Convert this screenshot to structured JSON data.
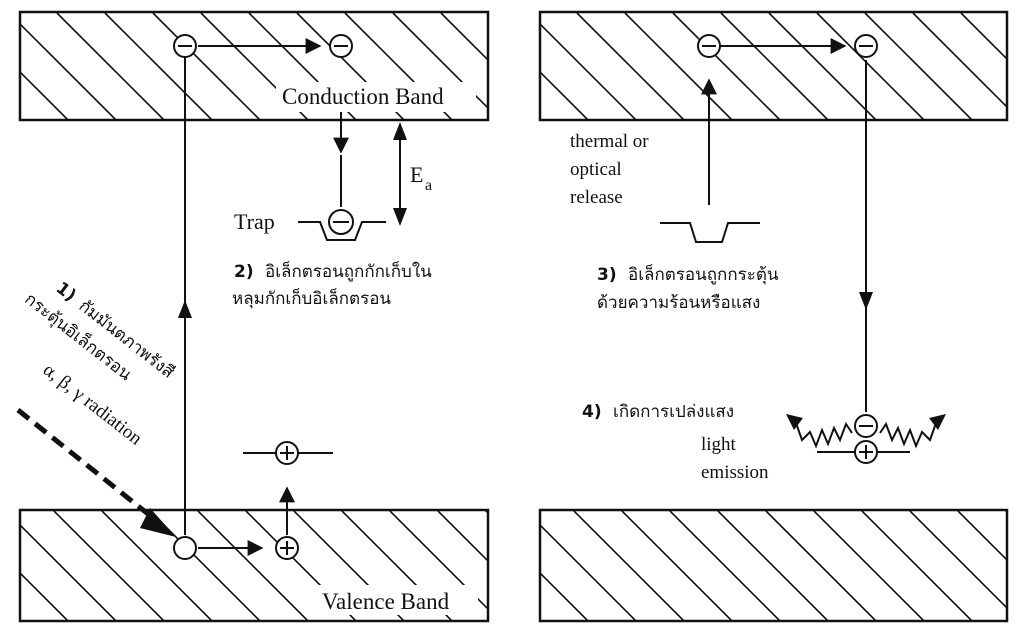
{
  "labels": {
    "conduction_band": "Conduction Band",
    "valence_band": "Valence Band",
    "trap": "Trap",
    "activation_energy": "E",
    "activation_energy_sub": "a",
    "thermal_release": [
      "thermal or",
      "optical",
      "release"
    ],
    "light_emission": [
      "light",
      "emission"
    ],
    "radiation": "α, β, γ radiation"
  },
  "steps": {
    "step1": {
      "number": "1)",
      "lines": [
        "กัมมันตภาพรังสี",
        "กระตุ้นอิเล็กตรอน"
      ]
    },
    "step2": {
      "number": "2)",
      "lines": [
        "อิเล็กตรอนถูกกักเก็บใน",
        "หลุมกักเก็บอิเล็กตรอน"
      ]
    },
    "step3": {
      "number": "3)",
      "lines": [
        "อิเล็กตรอนถูกกระตุ้น",
        "ด้วยความร้อนหรือแสง"
      ]
    },
    "step4": {
      "number": "4)",
      "lines": [
        "เกิดการเปล่งแสง"
      ]
    }
  },
  "symbols": {
    "electron": "electron-minus",
    "hole": "hole-plus",
    "empty_state": "empty-circle"
  }
}
